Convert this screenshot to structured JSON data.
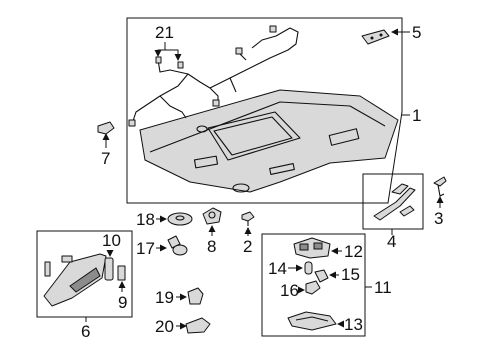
{
  "callouts": {
    "n1": "1",
    "n2": "2",
    "n3": "3",
    "n4": "4",
    "n5": "5",
    "n6": "6",
    "n7": "7",
    "n8": "8",
    "n9": "9",
    "n10": "10",
    "n11": "11",
    "n12": "12",
    "n13": "13",
    "n14": "14",
    "n15": "15",
    "n16": "16",
    "n17": "17",
    "n18": "18",
    "n19": "19",
    "n20": "20",
    "n21": "21"
  },
  "colors": {
    "ink": "#111111",
    "part_fill": "#d9d9d9",
    "part_dark": "#8c8c8c"
  }
}
